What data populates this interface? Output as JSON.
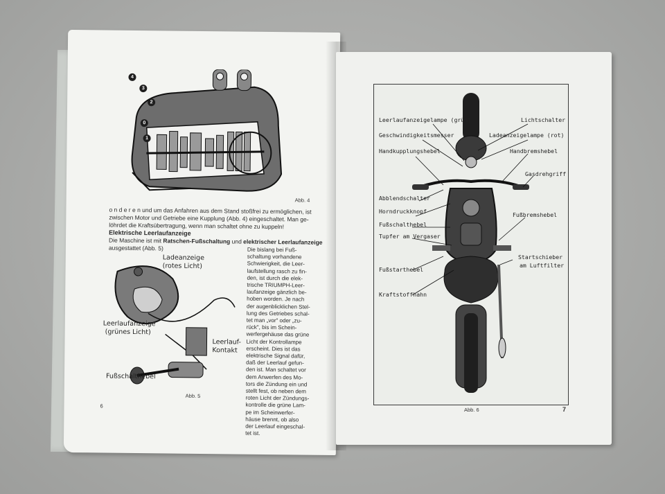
{
  "left_page": {
    "fig4": {
      "caption": "Abb. 4",
      "markers": [
        "4",
        "3",
        "2",
        "0",
        "1"
      ]
    },
    "paragraph_1": [
      "o n d e r e n und um das Anfahren aus dem Stand stoßfrei zu ermöglichen, ist",
      "zwischen Motor und Getriebe eine Kupplung (Abb. 4) eingeschaltet. Man ge-",
      "löhrdet die Kraftsübertragung, wenn man schaltet ohne zu kuppeln!"
    ],
    "section_title": "Elektrische Leerlaufanzeige",
    "intro_line_1a": "Die Maschine ist mit",
    "intro_line_1b": "Ratschen-Fußschaltung",
    "intro_line_1c": "und",
    "intro_line_1d": "elektrischer Leerlaufanzeige",
    "intro_line_2": "ausgestattet (Abb. 5)",
    "column_text": [
      "Die bislang bei Fuß-",
      "schaltung vorhandene",
      "Schwierigkeit, die Leer-",
      "laufstellung rasch zu fin-",
      "den, ist durch die elek-",
      "trische TRIUMPH-Leer-",
      "laufanzeige gänzlich be-",
      "hoben worden. Je nach",
      "der augenblicklichen Stel-",
      "lung des Getriebes schal-",
      "tet man „vor\" oder „zu-",
      "rück\", bis im Schein-",
      "werfergehäuse das grüne",
      "Licht der Kontrollampe",
      "erscheint. Dies ist das",
      "elektrische Signal dafür,",
      "daß der Leerlauf gefun-",
      "den ist. Man schaltet vor",
      "dem Anwerfen des Mo-",
      "tors die Zündung ein und",
      "stellt fest, ob neben dem",
      "roten Licht der Zündungs-",
      "kontrolle die grüne Lam-",
      "pe im Scheinwerfer-",
      "häuse brennt, ob also",
      "der Leerlauf eingeschal-",
      "tet ist."
    ],
    "fig5": {
      "caption": "Abb. 5",
      "label_ladeanzeige": "Ladeanzeige",
      "label_ladeanzeige_sub": "(rotes Licht)",
      "label_leerlaufanzeige": "Leerlaufanzeige",
      "label_leerlaufanzeige_sub": "(grünes Licht)",
      "label_kontakt": "Leerlauf-",
      "label_kontakt_sub": "Kontakt",
      "label_fusshebel": "Fußschalthebel"
    },
    "page_number": "6"
  },
  "right_page": {
    "fig6": {
      "caption": "Abb. 6",
      "left_labels": [
        "Leerlaufanzeigelampe (grün)",
        "Geschwindigkeitsmesser",
        "Handkupplungshebel",
        "Abblendschalter",
        "Horndruckknopf",
        "Fußschalthebel",
        "Tupfer am Vergaser",
        "Fußstarthebel",
        "Kraftstoffhahn"
      ],
      "right_labels": [
        "Lichtschalter",
        "Ladeanzeigelampe (rot)",
        "Handbremshebel",
        "Gasdrehgriff",
        "Fußbremshebel",
        "Startschieber",
        "am Luftfilter"
      ]
    },
    "page_number": "7"
  }
}
